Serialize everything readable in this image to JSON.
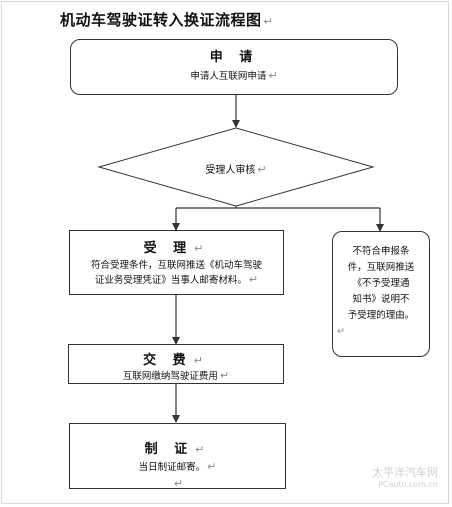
{
  "title": "机动车驾驶证转入换证流程图",
  "paragraph_mark": "↵",
  "steps": {
    "apply": {
      "head": "申 请",
      "body": "申请人互联网申请"
    },
    "review": {
      "label": "受理人审核"
    },
    "accept": {
      "head": "受 理",
      "lines": [
        "符合受理条件，互联网推送《机动车驾驶",
        "证业务受理凭证》当事人邮寄材料。"
      ]
    },
    "reject": {
      "lines": [
        "不符合申报条",
        "件，互联网推送",
        "《不予受理通",
        "知书》说明不",
        "予受理的理由。"
      ]
    },
    "pay": {
      "head": "交 费",
      "body": "互联网缴纳驾驶证费用"
    },
    "issue": {
      "head": "制 证",
      "body": "当日制证邮寄。"
    }
  },
  "watermark": {
    "name": "太平洋汽车网",
    "url": "PCauto.com.cn"
  },
  "colors": {
    "line": "#333333",
    "text": "#111111",
    "watermark": "#cfcfcf"
  }
}
